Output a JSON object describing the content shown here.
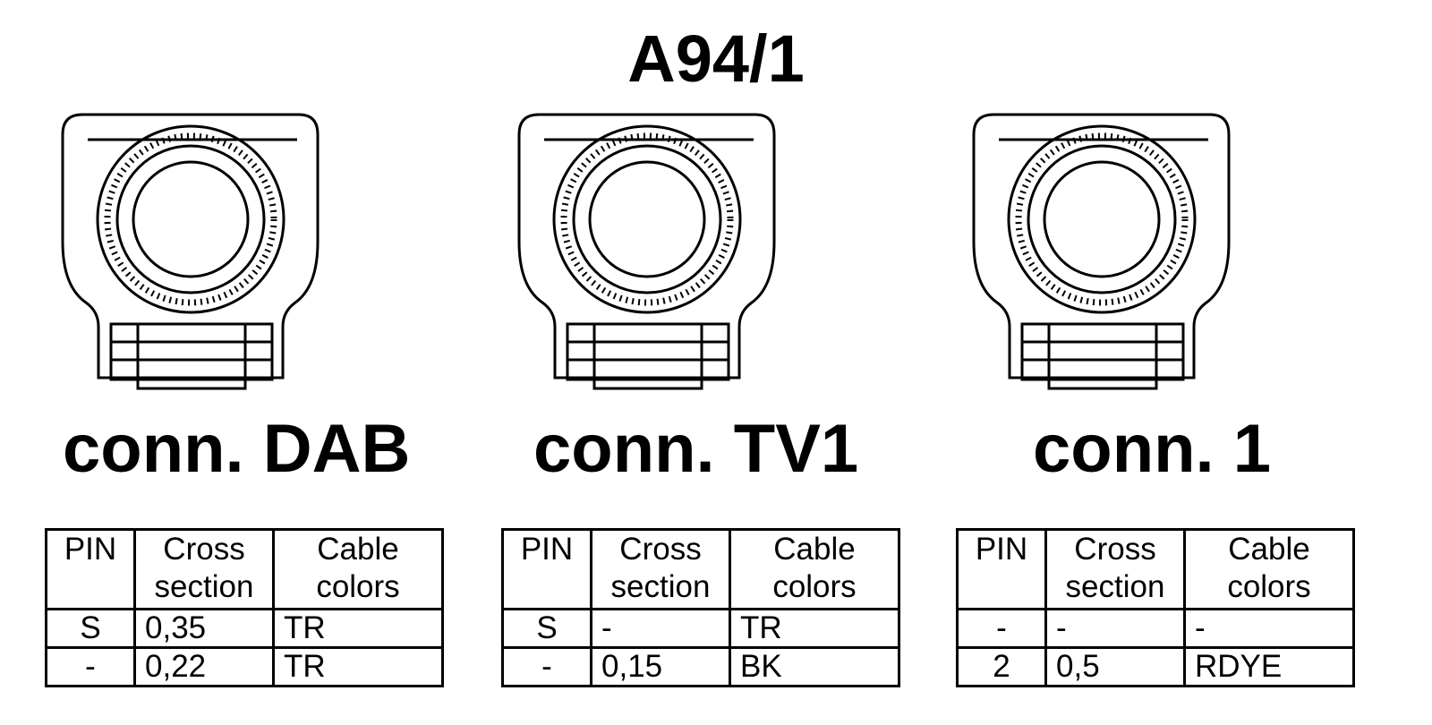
{
  "title": "A94/1",
  "table_headers": {
    "pin": "PIN",
    "cross_line1": "Cross",
    "cross_line2": "section",
    "colors_line1": "Cable",
    "colors_line2": "colors"
  },
  "connectors": [
    {
      "label": "conn. DAB",
      "rows": [
        {
          "pin": "S",
          "cross": "0,35",
          "color": "TR"
        },
        {
          "pin": "-",
          "cross": "0,22",
          "color": "TR"
        }
      ]
    },
    {
      "label": "conn. TV1",
      "rows": [
        {
          "pin": "S",
          "cross": "-",
          "color": "TR"
        },
        {
          "pin": "-",
          "cross": "0,15",
          "color": "BK"
        }
      ]
    },
    {
      "label": "conn. 1",
      "rows": [
        {
          "pin": "-",
          "cross": "-",
          "color": "-"
        },
        {
          "pin": "2",
          "cross": "0,5",
          "color": "RDYE"
        }
      ]
    }
  ]
}
